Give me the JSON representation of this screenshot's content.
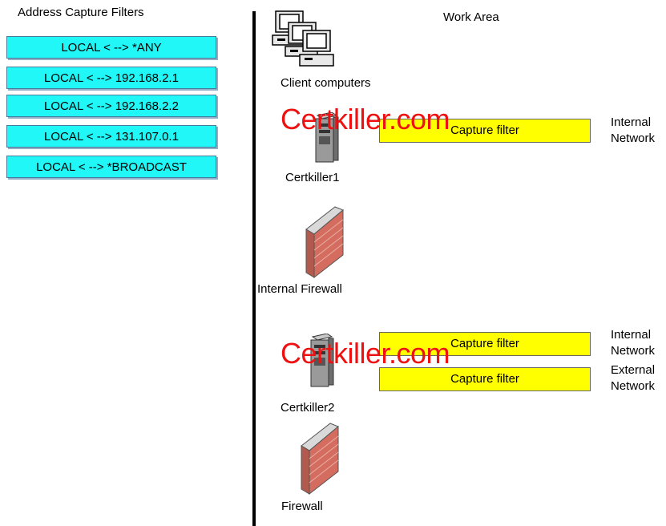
{
  "left_panel": {
    "title": "Address Capture Filters",
    "filters": [
      "LOCAL < --> *ANY",
      "LOCAL < --> 192.168.2.1",
      "LOCAL < --> 192.168.2.2",
      "LOCAL < --> 131.107.0.1",
      "LOCAL < --> *BROADCAST"
    ]
  },
  "work_area": {
    "title": "Work Area",
    "clients_label": "Client computers",
    "server1_label": "Certkiller1",
    "internal_firewall_label": "Internal Firewall",
    "server2_label": "Certkiller2",
    "firewall_label": "Firewall",
    "capture1": "Capture filter",
    "capture2": "Capture filter",
    "capture3": "Capture filter",
    "net1": "Internal\nNetwork",
    "net2": "Internal\nNetwork",
    "net3": "External\nNetwork",
    "watermark1": "Certkiller.com",
    "watermark2": "Certkiller.com"
  },
  "colors": {
    "filter": "#21f7f7",
    "capture": "#ffff00",
    "watermark": "#ee1111"
  }
}
